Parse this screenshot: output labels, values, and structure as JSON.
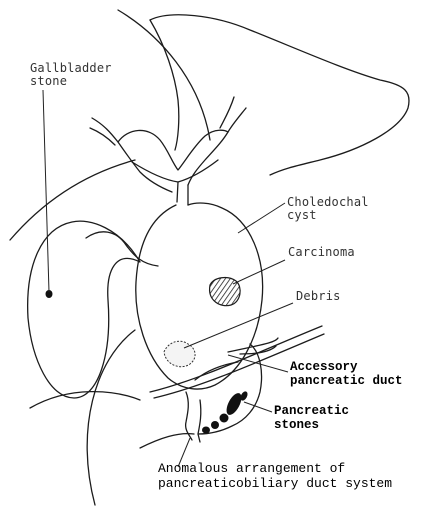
{
  "labels": {
    "gallbladder_stone": "Gallbladder\nstone",
    "choledochal_cyst": "Choledochal\ncyst",
    "carcinoma": "Carcinoma",
    "debris": "Debris",
    "accessory_pancreatic_duct": "Accessory\npancreatic duct",
    "pancreatic_stones": "Pancreatic\nstones",
    "anomalous_arrangement": "Anomalous arrangement of\npancreaticobiliary duct system"
  }
}
